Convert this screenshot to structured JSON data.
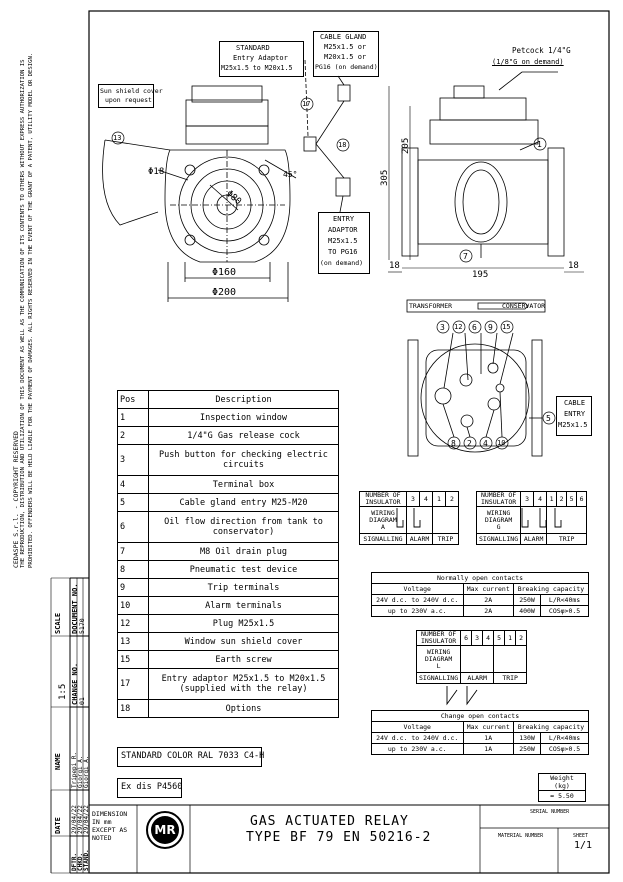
{
  "legal": {
    "line1": "CEDASPE S.r.l. - COPYRIGHT RESERVED",
    "line2": "THE REPRODUCTION, DISTRIBUTION AND UTILIZATION OF THIS DOCUMENT AS WELL AS THE COMMUNICATION OF ITS CONTENTS TO OTHERS WITHOUT EXPRESS AUTHORIZATION IS",
    "line3": "PROHIBITED. OFFENDERS WILL BE HELD LIABLE FOR THE PAYMENT OF DAMAGES. ALL RIGHTS RESERVED IN THE EVENT OF THE GRANT OF A PATENT, UTILITY MODEL OR DESIGN."
  },
  "titleblock": {
    "document_no_label": "DOCUMENT NO.",
    "document_no": "5170",
    "change_no_label": "CHANGE NO.",
    "change_no": "01",
    "scale_label": "SCALE",
    "scale": "1:5",
    "name_label": "NAME",
    "date_label": "DATE",
    "rows": [
      {
        "role": "DFTR.",
        "date": "29/04/22",
        "name": "Tripepi R."
      },
      {
        "role": "CHKD.",
        "date": "29/04/22",
        "name": "Giorgi A."
      },
      {
        "role": "STAND.",
        "date": "29/04/22",
        "name": "Giorgi A."
      }
    ],
    "dimension_note": "DIMENSION IN mm EXCEPT AS NOTED",
    "logo": "MR",
    "title1": "GAS ACTUATED RELAY",
    "title2": "TYPE BF 79 EN 50216-2",
    "serial_label": "SERIAL NUMBER",
    "material_label": "MATERIAL NUMBER",
    "sheet_label": "SHEET",
    "sheet": "1/1"
  },
  "callouts": {
    "standard": "STANDARD",
    "adaptor": "Entry Adaptor",
    "adaptor_size": "M25x1.5 to M20x1.5",
    "cable_gland1": "CABLE GLAND",
    "cable_gland2": "M25x1.5 or",
    "cable_gland3": "M20x1.5 or",
    "cable_gland4": "PG16 (on demand)",
    "shield1": "Sun shield cover",
    "shield2": "upon request",
    "petcock1": "Petcock 1/4\"G",
    "petcock2": "(1/8\"G on demand)",
    "entry1": "ENTRY",
    "entry2": "ADAPTOR",
    "entry3": "M25x1.5",
    "entry4": "TO PG16",
    "entry5": "(on demand)",
    "transformer": "TRANSFORMER",
    "conservator": "CONSERVATOR",
    "cable_entry1": "CABLE",
    "cable_entry2": "ENTRY",
    "cable_entry3": "M25x1.5"
  },
  "dims": {
    "d18": "Φ18",
    "d80": "Φ80",
    "a45": "45°",
    "d160": "Φ160",
    "d200": "Φ200",
    "h205": "205",
    "h305": "305",
    "w18a": "18",
    "w18b": "18",
    "w195": "195"
  },
  "balloons": [
    "1",
    "3",
    "12",
    "6",
    "9",
    "15",
    "5",
    "8",
    "2",
    "4",
    "10",
    "7",
    "13",
    "17",
    "18"
  ],
  "parts": {
    "head_pos": "Pos",
    "head_desc": "Description",
    "rows": [
      {
        "pos": "1",
        "desc": "Inspection window"
      },
      {
        "pos": "2",
        "desc": "1/4\"G Gas release cock"
      },
      {
        "pos": "3",
        "desc": "Push button for checking electric circuits"
      },
      {
        "pos": "4",
        "desc": "Terminal box"
      },
      {
        "pos": "5",
        "desc": "Cable gland entry M25-M20"
      },
      {
        "pos": "6",
        "desc": "Oil flow direction from tank to conservator)"
      },
      {
        "pos": "7",
        "desc": "M8 Oil drain plug"
      },
      {
        "pos": "8",
        "desc": "Pneumatic test device"
      },
      {
        "pos": "9",
        "desc": "Trip terminals"
      },
      {
        "pos": "10",
        "desc": "Alarm terminals"
      },
      {
        "pos": "12",
        "desc": "Plug M25x1.5"
      },
      {
        "pos": "13",
        "desc": "Window sun shield cover"
      },
      {
        "pos": "15",
        "desc": "Earth screw"
      },
      {
        "pos": "17",
        "desc": "Entry adaptor M25x1.5 to M20x1.5 (supplied with the relay)"
      },
      {
        "pos": "18",
        "desc": "Options"
      }
    ]
  },
  "standard_color": "STANDARD COLOR RAL 7033 C4-H",
  "ex_dis": "Ex dis P4560",
  "wiring": {
    "num_insulator": "NUMBER OF INSULATOR",
    "wiring_diagram": "WIRING DIAGRAM",
    "signalling": "SIGNALLING",
    "alarm": "ALARM",
    "trip": "TRIP",
    "diag_a": "A",
    "diag_g": "G",
    "diag_l": "L",
    "ins_a": [
      "3",
      "4",
      "1",
      "2"
    ],
    "ins_g": [
      "3",
      "4",
      "1",
      "2",
      "5",
      "6"
    ],
    "ins_l": [
      "6",
      "3",
      "4",
      "5",
      "1",
      "2"
    ],
    "no_title": "Normally open contacts",
    "nc_title": "Change open contacts",
    "voltage": "Voltage",
    "max_current": "Max current",
    "breaking": "Breaking capacity",
    "no_rows": [
      {
        "v": "24V d.c. to 240V d.c.",
        "i": "2A",
        "p": "250W",
        "c": "L/R<40ms"
      },
      {
        "v": "up to 230V a.c.",
        "i": "2A",
        "p": "400W",
        "c": "COSφ>0.5"
      }
    ],
    "nc_rows": [
      {
        "v": "24V d.c. to 240V d.c.",
        "i": "1A",
        "p": "130W",
        "c": "L/R<40ms"
      },
      {
        "v": "up to 230V a.c.",
        "i": "1A",
        "p": "250W",
        "c": "COSφ>0.5"
      }
    ]
  },
  "weight": {
    "label": "Weight (kg)",
    "value": "≃ 5.50"
  }
}
